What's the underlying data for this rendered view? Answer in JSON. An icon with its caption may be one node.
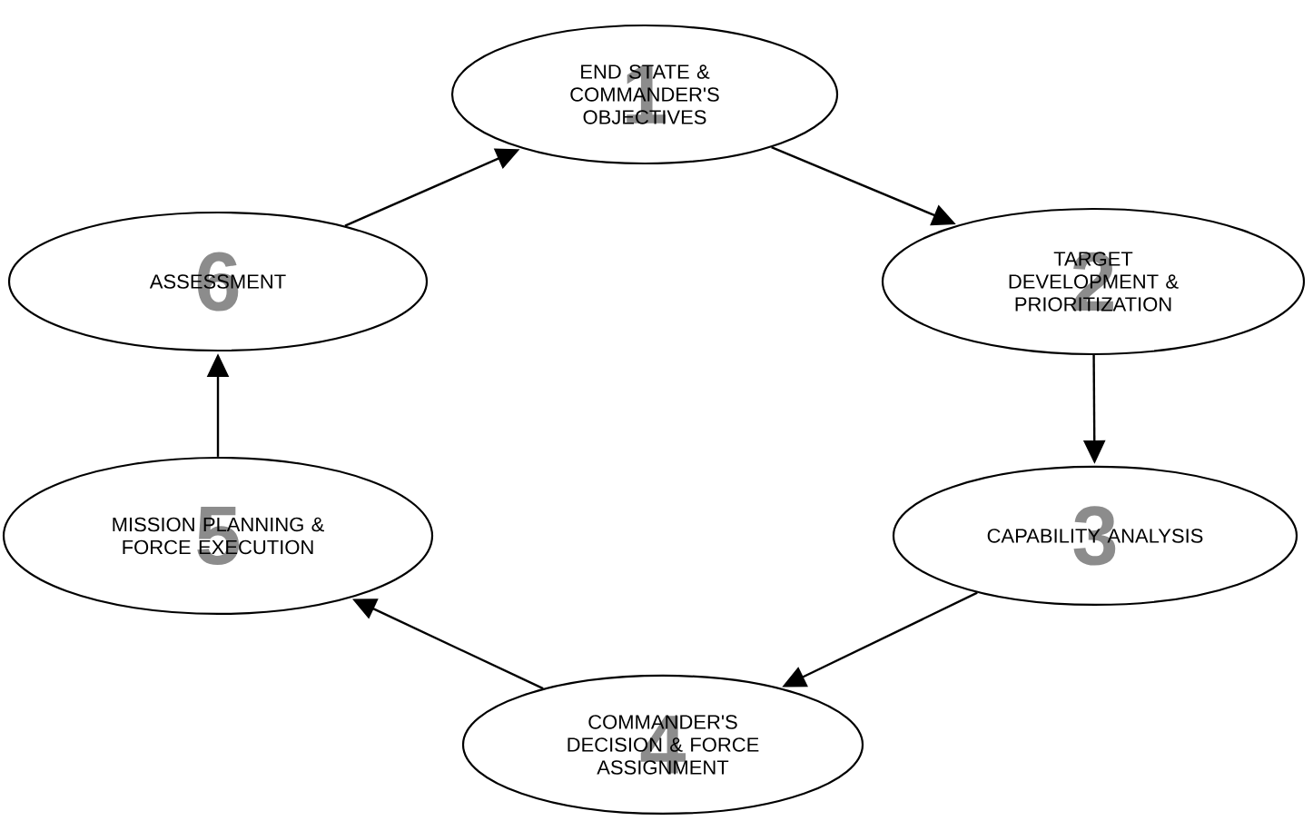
{
  "diagram": {
    "nodes": [
      {
        "text": [
          "END STATE & COMMANDER'S OBJECTIVES",
          "1"
        ]
      },
      {
        "text": [
          "TARGET DEVELOPMENT & PRIORITIZATION",
          "2"
        ]
      },
      {
        "text": [
          "CAPABILITY ANALYSIS",
          "3"
        ]
      },
      {
        "text": [
          "COMMANDER'S DECISION & FORCE ASSIGNMENT",
          "4"
        ]
      },
      {
        "text": [
          "MISSION PLANNING & FORCE EXECUTION",
          "5"
        ]
      },
      {
        "text": [
          "ASSESSMENT",
          "6"
        ]
      }
    ],
    "edges": [
      {
        "from": 0,
        "to": 1,
        "arrow": "to"
      },
      {
        "from": 1,
        "to": 2,
        "arrow": "to"
      },
      {
        "from": 2,
        "to": 3,
        "arrow": "to"
      },
      {
        "from": 3,
        "to": 4,
        "arrow": "to"
      },
      {
        "from": 4,
        "to": 5,
        "arrow": "to"
      },
      {
        "from": 5,
        "to": 0,
        "arrow": "to"
      }
    ]
  }
}
